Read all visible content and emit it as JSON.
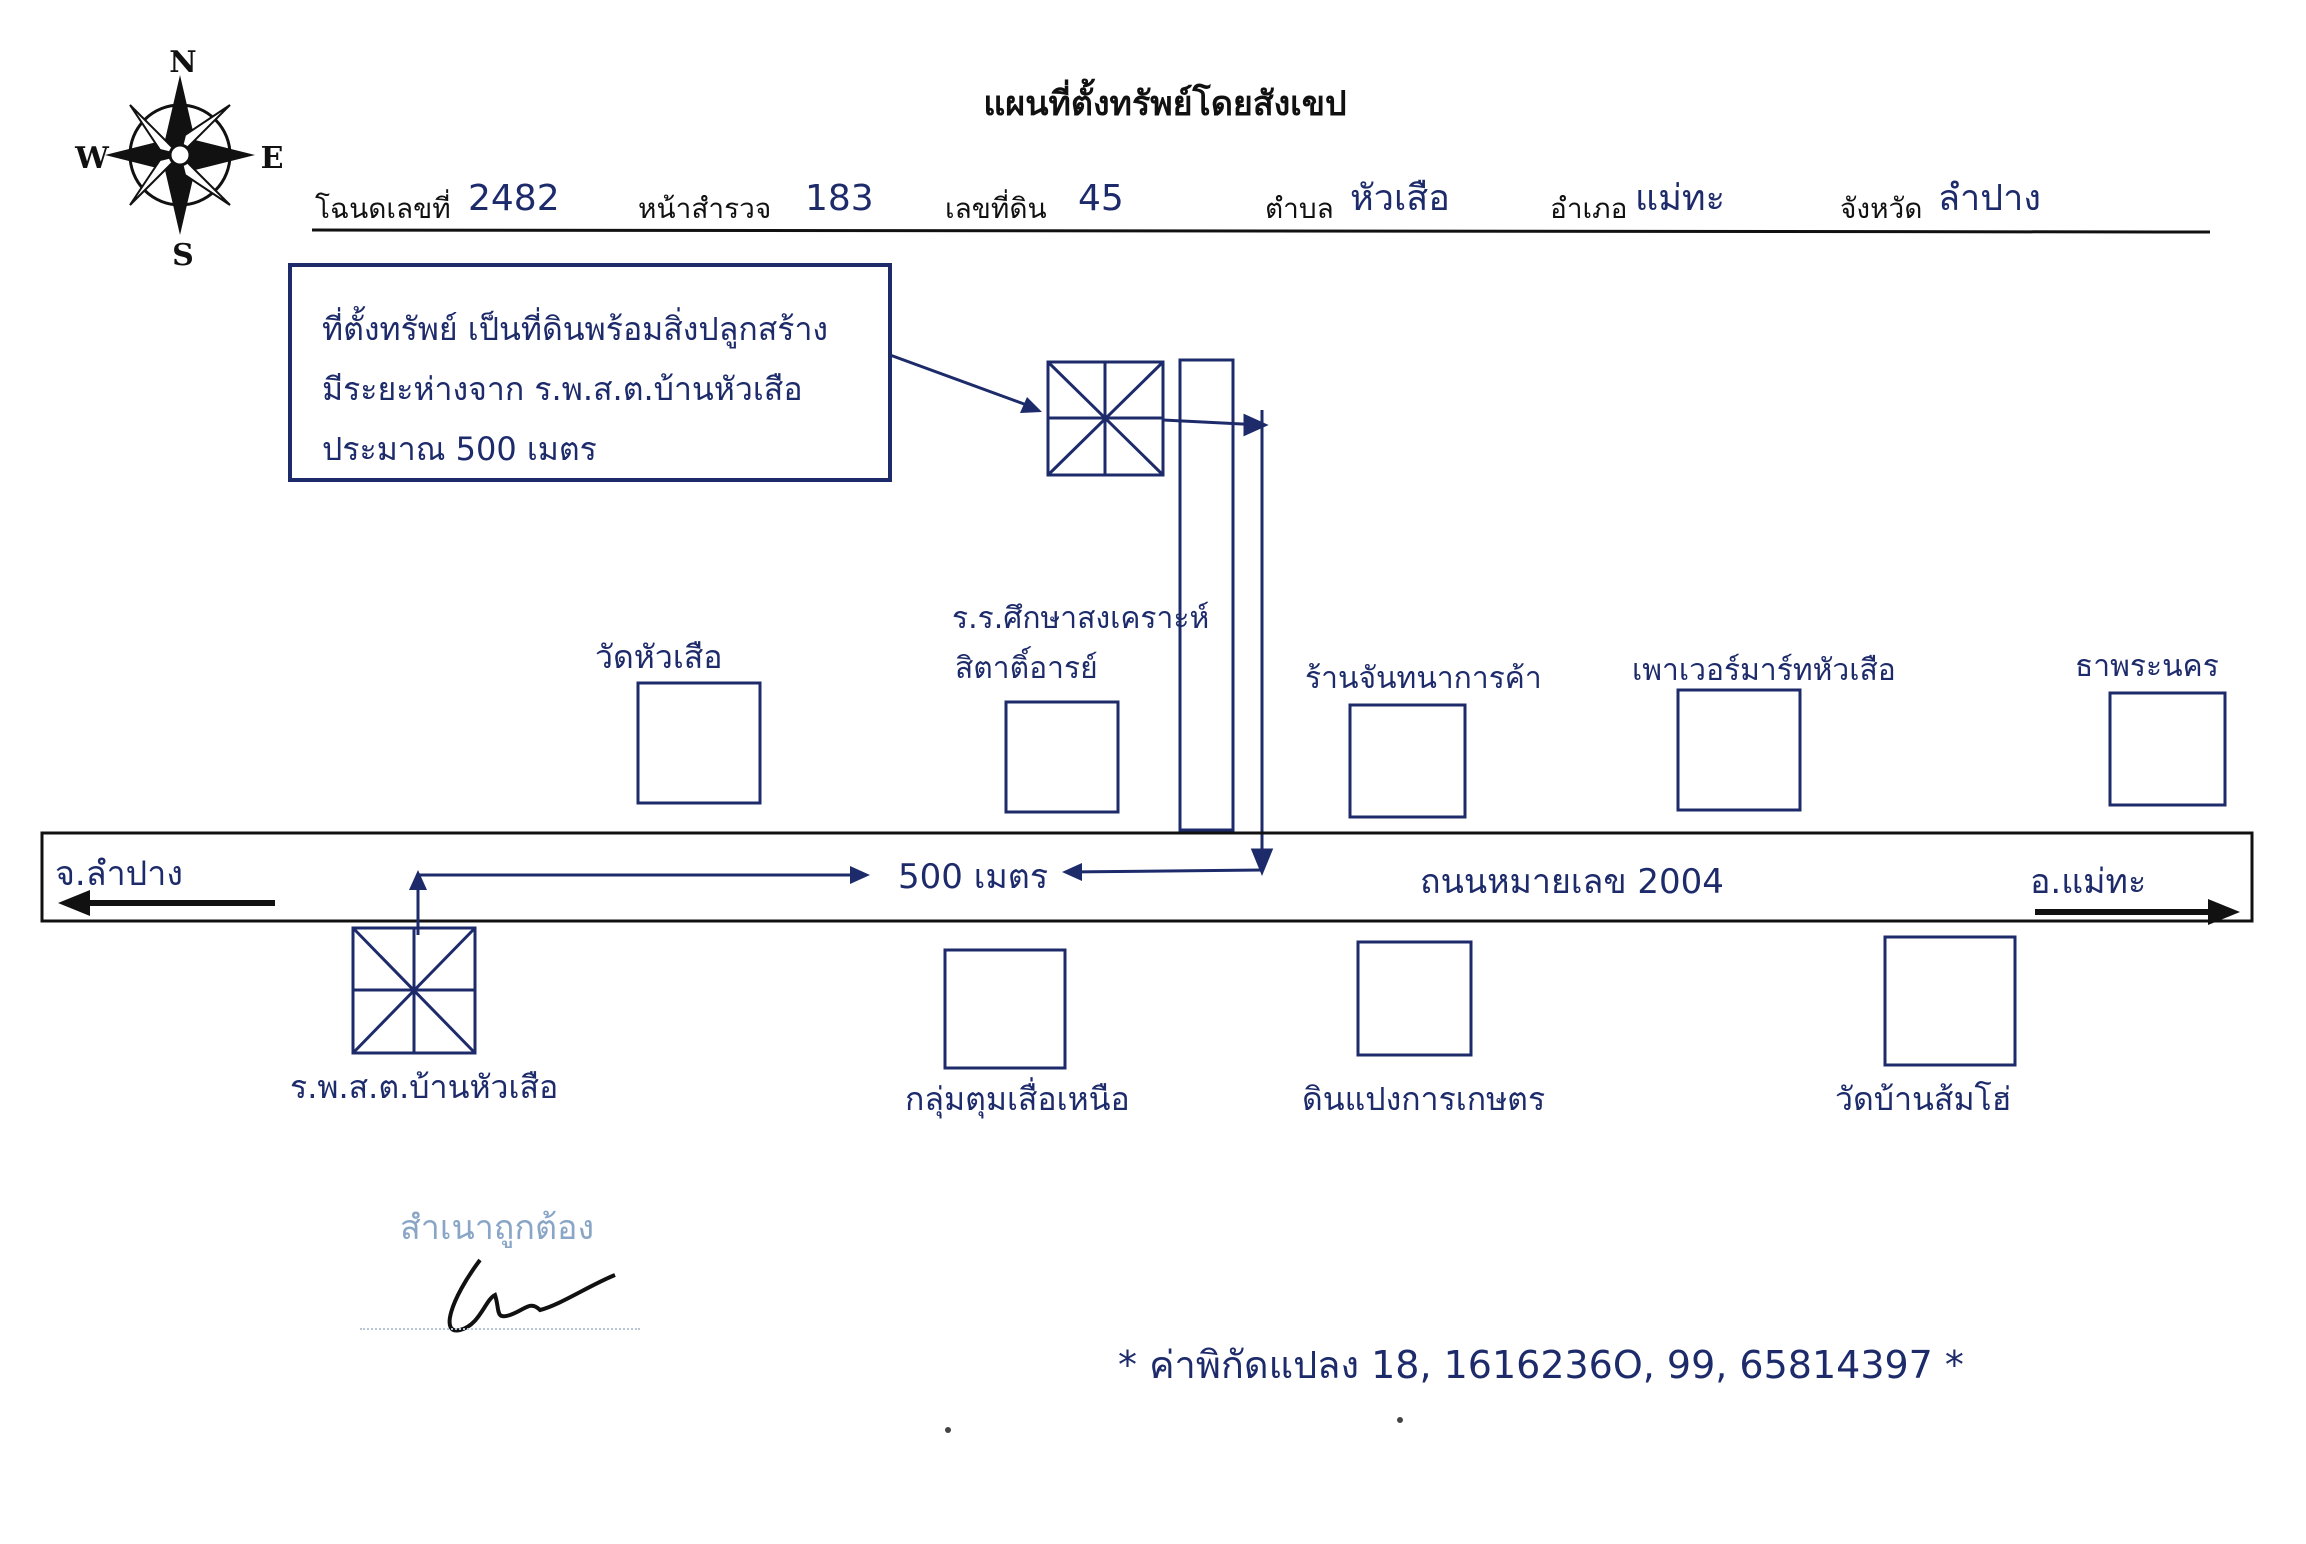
{
  "title": "แผนที่ตั้งทรัพย์โดยสังเขป",
  "compass": {
    "n": "N",
    "s": "S",
    "e": "E",
    "w": "W"
  },
  "header": {
    "deed_label": "โฉนดเลขที่",
    "deed_value": "2482",
    "survey_label": "หน้าสำรวจ",
    "survey_value": "183",
    "land_label": "เลขที่ดิน",
    "land_value": "45",
    "subdistrict_label": "ตำบล",
    "subdistrict_value": "หัวเสือ",
    "district_label": "อำเภอ",
    "district_value": "แม่ทะ",
    "province_label": "จังหวัด",
    "province_value": "ลำปาง"
  },
  "note": {
    "line1": "ที่ตั้งทรัพย์ เป็นที่ดินพร้อมสิ่งปลูกสร้าง",
    "line2": "มีระยะห่างจาก ร.พ.ส.ต.บ้านหัวเสือ",
    "line3": "ประมาณ 500 เมตร"
  },
  "landmarks_north": [
    {
      "label": "วัดหัวเสือ"
    },
    {
      "label_line1": "ร.ร.ศึกษาสงเคราะห์",
      "label_line2": "สิตาติ์อารย์"
    },
    {
      "label": "ร้านจันทนาการค้า"
    },
    {
      "label": "เพาเวอร์มาร์ทหัวเสือ"
    },
    {
      "label": "ธาพระนคร"
    }
  ],
  "landmarks_south": [
    {
      "label": "ร.พ.ส.ต.บ้านหัวเสือ"
    },
    {
      "label": "กลุ่มตุมเสื่อเหนือ"
    },
    {
      "label": "ดินแปงการเกษตร"
    },
    {
      "label": "วัดบ้านส้มโฮ่"
    }
  ],
  "road": {
    "name": "ถนนหมายเลข 2004",
    "left_destination": "จ.ลำปาง",
    "right_destination": "อ.แม่ทะ",
    "distance": "500 เมตร"
  },
  "stamp": {
    "text": "สำเนาถูกต้อง"
  },
  "coordinates": "* ค่าพิกัดแปลง 18, 1616236O, 99, 65814397 *",
  "colors": {
    "ink": "#1d2b6b",
    "print": "#111111",
    "stamp": "#8aa6c6"
  }
}
